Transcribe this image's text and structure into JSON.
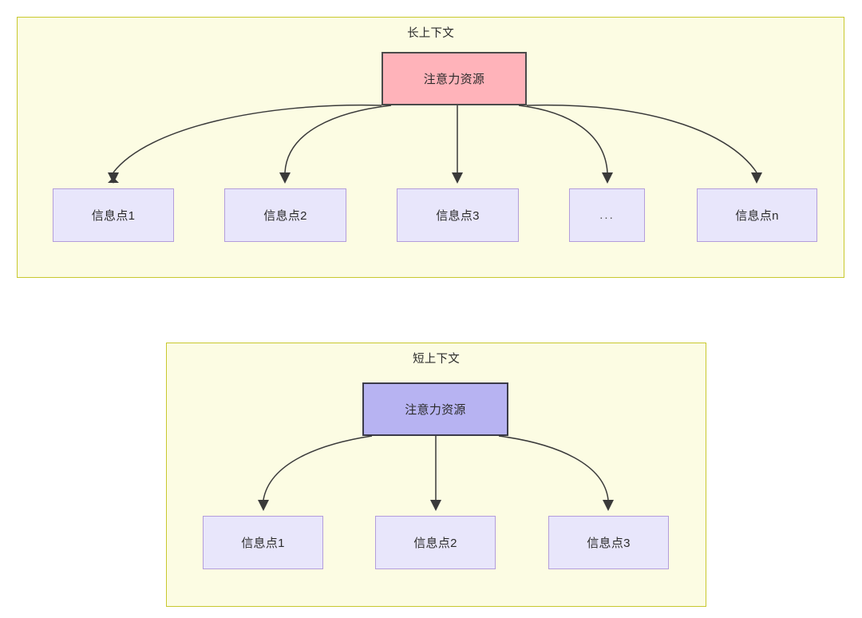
{
  "diagram": {
    "type": "node-link",
    "title_font_size": 14.5,
    "colors": {
      "group_fill": "#fcfce3",
      "group_border": "#c8c82e",
      "root_long_fill": "#ffb3ba",
      "root_long_border": "#4a4a4a",
      "root_short_fill": "#b7b3f2",
      "root_short_border": "#3b3b4a",
      "info_fill": "#e8e6fb",
      "info_border": "#b39ddb",
      "edge_stroke": "#3a3a3a",
      "text": "#2b2b2b"
    },
    "groups": [
      {
        "id": "long-context",
        "title": "长上下文",
        "root": {
          "label": "注意力资源"
        },
        "children": [
          {
            "label": "信息点1"
          },
          {
            "label": "信息点2"
          },
          {
            "label": "信息点3"
          },
          {
            "label": "..."
          },
          {
            "label": "信息点n"
          }
        ]
      },
      {
        "id": "short-context",
        "title": "短上下文",
        "root": {
          "label": "注意力资源"
        },
        "children": [
          {
            "label": "信息点1"
          },
          {
            "label": "信息点2"
          },
          {
            "label": "信息点3"
          }
        ]
      }
    ]
  }
}
